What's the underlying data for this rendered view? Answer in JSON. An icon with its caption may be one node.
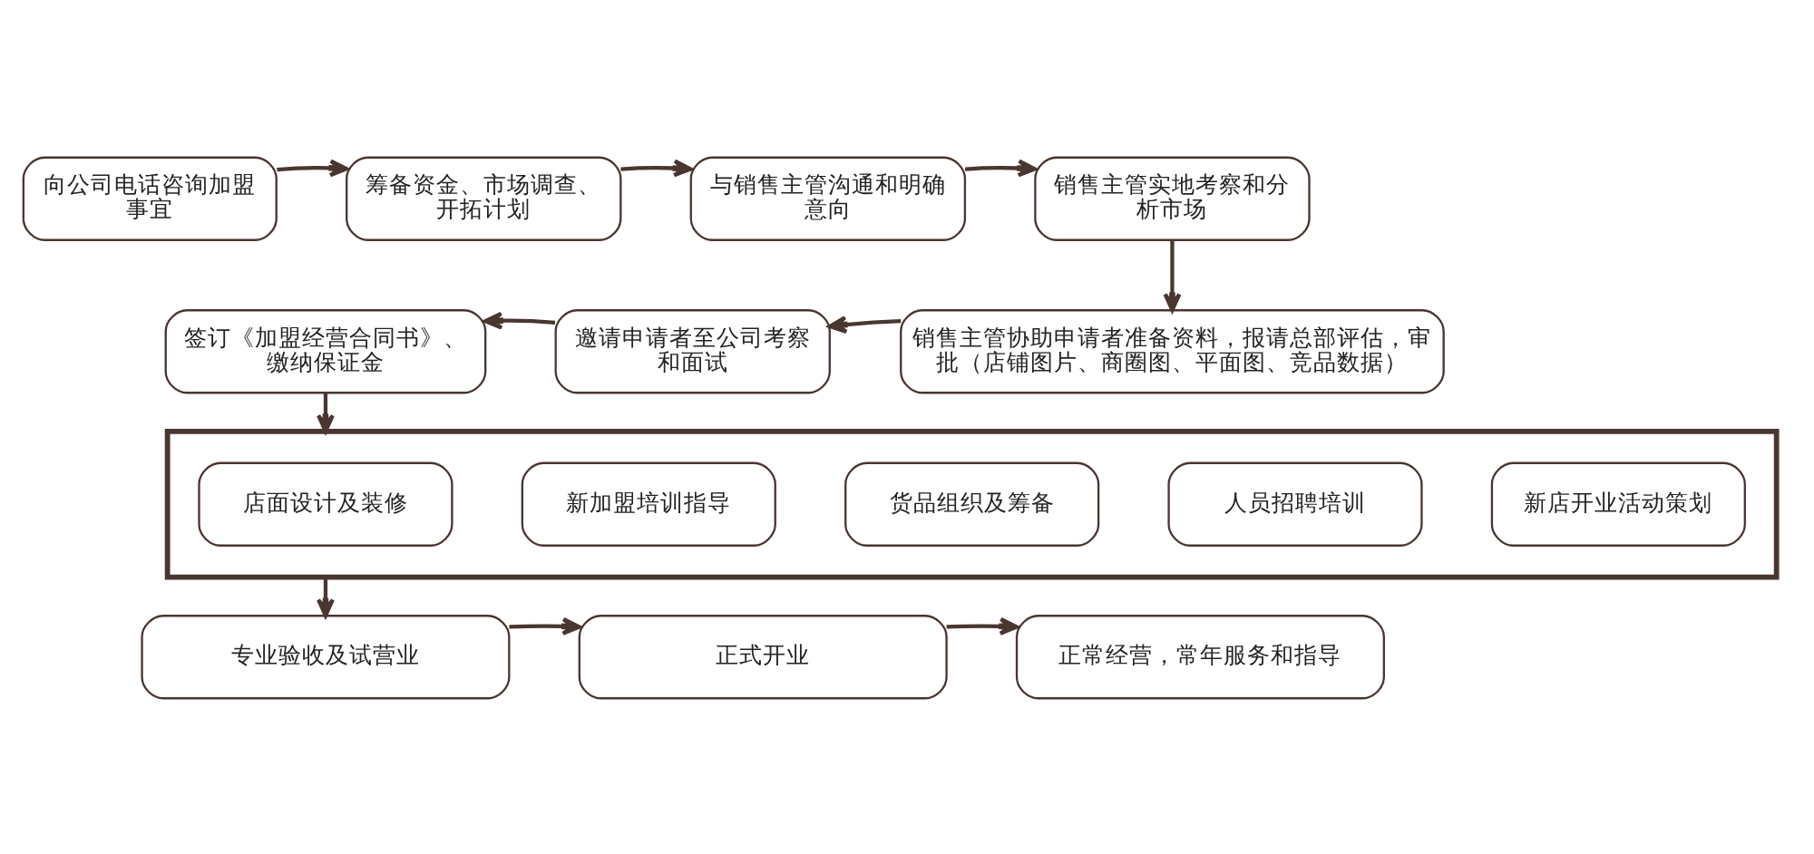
{
  "diagram": {
    "nodes": [
      {
        "text": [
          "向公司电话咨询加盟事宜"
        ]
      },
      {
        "text": [
          "筹备资金、市场调查、开拓计划"
        ]
      },
      {
        "text": [
          "与销售主管沟通和明确意向"
        ]
      },
      {
        "text": [
          "销售主管实地考察和分析市场"
        ]
      },
      {
        "text": [
          "销售主管协助申请者准备资料，报请总部评估，审批（店铺图片、商圈图、平面图、竞品数据）"
        ]
      },
      {
        "text": [
          "邀请申请者至公司考察和面试"
        ]
      },
      {
        "text": [
          "签订《加盟经营合同书》、缴纳保证金"
        ]
      },
      {
        "text": [],
        "shape": "box"
      },
      {
        "text": [
          "店面设计及装修"
        ],
        "in": 7
      },
      {
        "text": [
          "新加盟培训指导"
        ],
        "in": 7
      },
      {
        "text": [
          "货品组织及筹备"
        ],
        "in": 7
      },
      {
        "text": [
          "人员招聘培训"
        ],
        "in": 7
      },
      {
        "text": [
          "新店开业活动策划"
        ],
        "in": 7
      },
      {
        "text": [
          "专业验收及试营业"
        ]
      },
      {
        "text": [
          "正式开业"
        ]
      },
      {
        "text": [
          "正常经营，常年服务和指导"
        ]
      }
    ],
    "edges": [
      {
        "from": 0,
        "to": 1,
        "arrow": "to"
      },
      {
        "from": 1,
        "to": 2,
        "arrow": "to"
      },
      {
        "from": 2,
        "to": 3,
        "arrow": "to"
      },
      {
        "from": 3,
        "to": 4,
        "arrow": "to"
      },
      {
        "from": 4,
        "to": 5,
        "arrow": "to"
      },
      {
        "from": 5,
        "to": 6,
        "arrow": "to"
      },
      {
        "from": 6,
        "to": 7,
        "arrow": "to"
      },
      {
        "from": 7,
        "to": 13,
        "arrow": "to"
      },
      {
        "from": 13,
        "to": 14,
        "arrow": "to"
      },
      {
        "from": 14,
        "to": 15,
        "arrow": "to"
      }
    ]
  }
}
